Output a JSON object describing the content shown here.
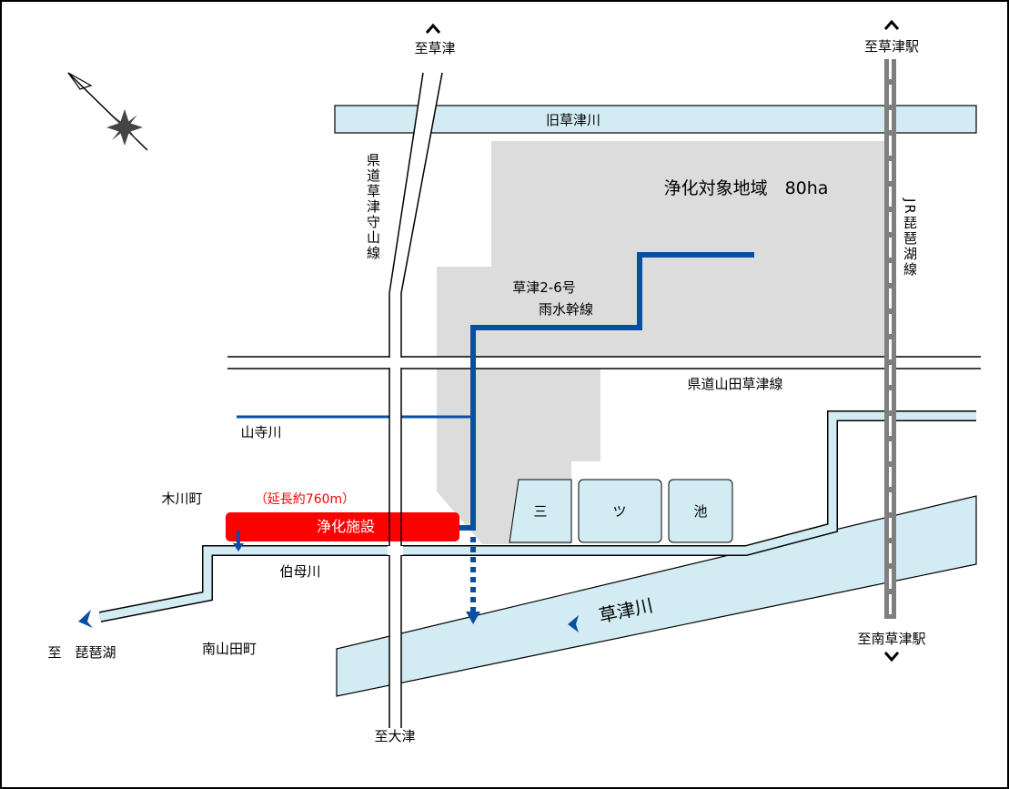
{
  "title_area": {
    "label": "浄化対象地域　80ha"
  },
  "rivers": {
    "old_kusatsu": "旧草津川",
    "yamadera": "山寺川",
    "obo": "伯母川",
    "kusatsu": "草津川"
  },
  "roads": {
    "prefectural_kusatsu_moriyama": "県道草津守山線",
    "prefectural_yamada_kusatsu": "県道山田草津線",
    "to_kusatsu": "至草津",
    "to_otsu": "至大津"
  },
  "rail": {
    "name": "JR琵琶湖線",
    "to_kusatsu_station": "至草津駅",
    "to_minami_kusatsu_station": "至南草津駅"
  },
  "trunk_line": {
    "line1": "草津2-6号",
    "line2": "雨水幹線"
  },
  "facility": {
    "label": "浄化施設",
    "length_note": "（延長約760m）"
  },
  "ponds": [
    "三",
    "ツ",
    "池"
  ],
  "places": {
    "kigawa": "木川町",
    "minami_yamada": "南山田町",
    "to_biwako": "至　琵琶湖"
  },
  "colors": {
    "water": "#d3ecf4",
    "area": "#dcdcdc",
    "pipe": "#0a4ea2",
    "facility": "#ff0000",
    "note": "#ff0000"
  }
}
